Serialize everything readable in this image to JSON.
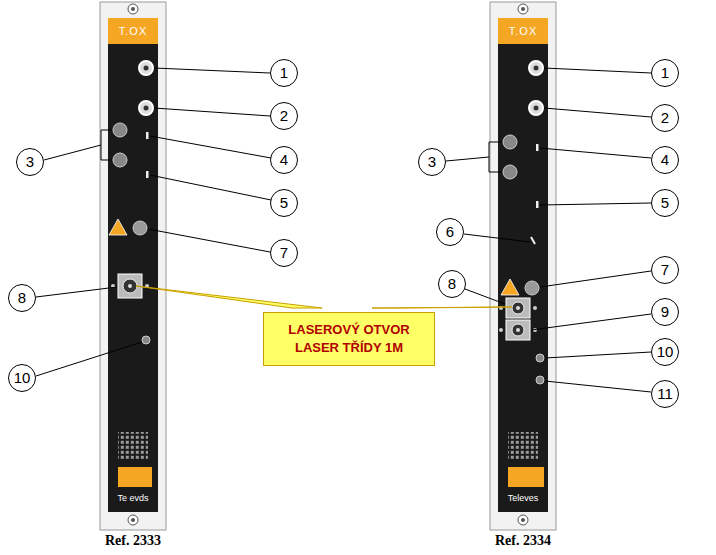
{
  "diagram": {
    "nodes": [
      {
        "text": [
          "LASEROVÝ OTVOR LASER TŘÍDY 1M"
        ]
      }
    ],
    "labels": [
      "T.OX",
      "1",
      "2",
      "3",
      "4",
      "5",
      "7",
      "8",
      "10",
      "Te evds",
      "Ref. 2333",
      "T.OX",
      "1",
      "2",
      "3",
      "4",
      "5",
      "6",
      "7",
      "8",
      "9",
      "10",
      "11",
      "Televes",
      "Ref. 2334"
    ]
  }
}
